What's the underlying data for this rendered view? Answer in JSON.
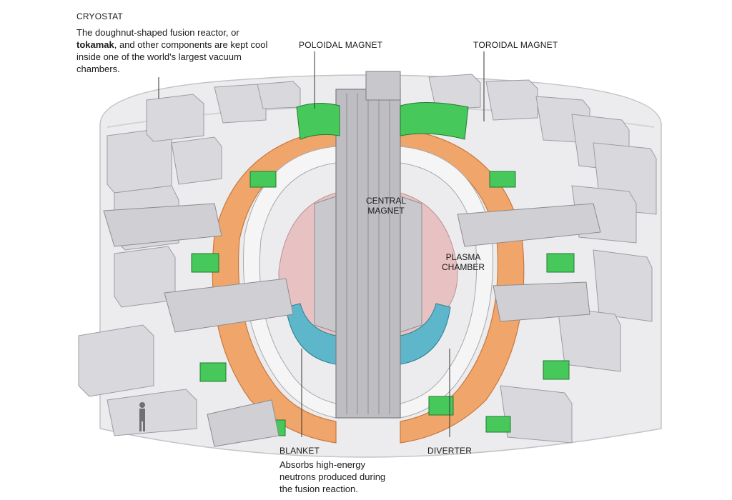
{
  "labels": {
    "cryostat": {
      "title": "CRYOSTAT",
      "text_before": "The doughnut-shaped fusion reactor, or ",
      "bold": "tokamak",
      "text_after": ", and other components are kept cool inside one of the world's largest vacuum chambers."
    },
    "poloidal_magnet": "POLOIDAL MAGNET",
    "toroidal_magnet": "TOROIDAL MAGNET",
    "central_magnet": {
      "line1": "CENTRAL",
      "line2": "MAGNET"
    },
    "plasma_chamber": {
      "line1": "PLASMA",
      "line2": "CHAMBER"
    },
    "blanket": {
      "title": "BLANKET",
      "line1": "Absorbs high-energy",
      "line2": "neutrons produced during",
      "line3": "the fusion reaction."
    },
    "diverter": "DIVERTER"
  },
  "colors": {
    "cryostat_wall": "#e8e8ea",
    "cryostat_edge": "#bdbdc2",
    "equipment": "#d6d6da",
    "toroidal_orange": "#f0a56a",
    "poloidal_green": "#46c85a",
    "central_column": "#b9b9be",
    "plasma_pink": "#e8b9b9",
    "diverter_blue": "#5db6c9",
    "leader_line": "#333333"
  }
}
